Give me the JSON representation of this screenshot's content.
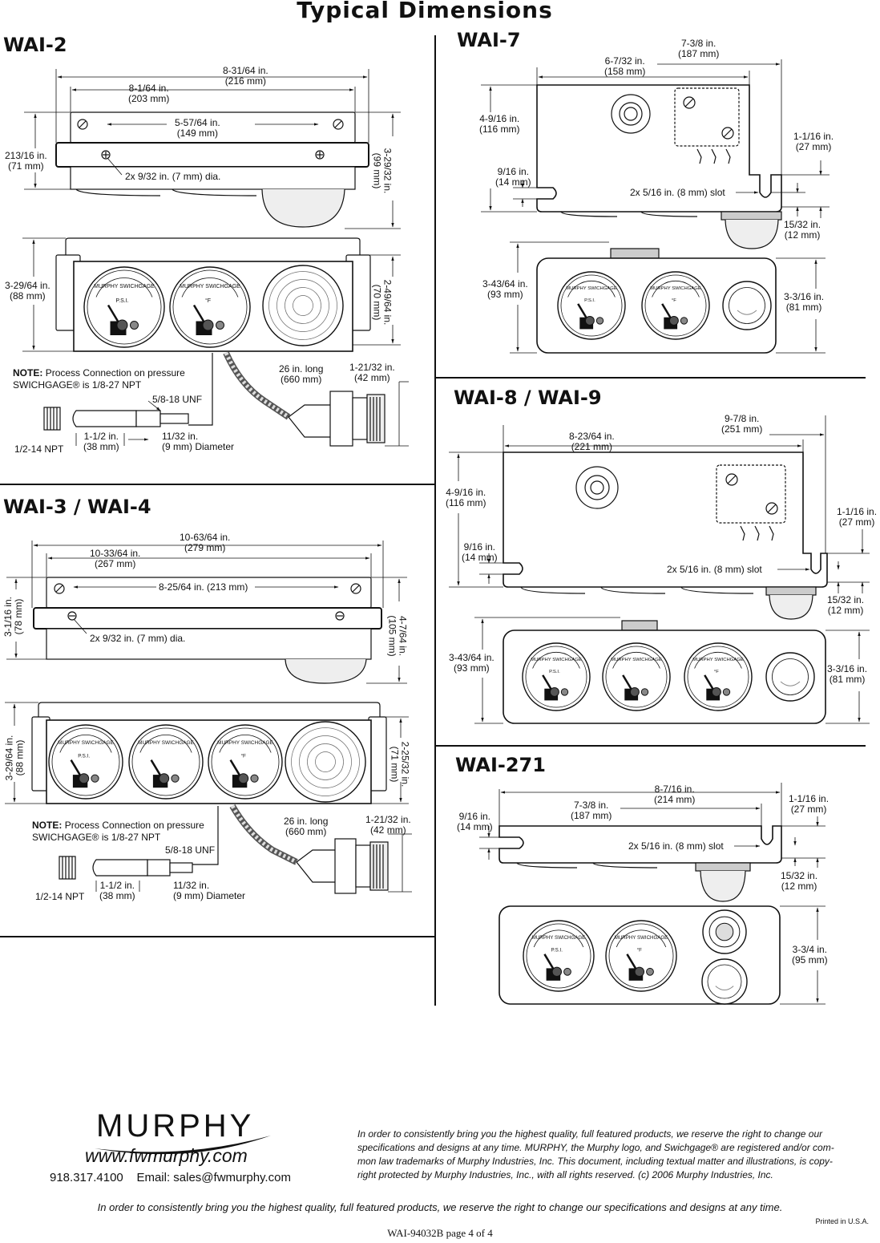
{
  "title": "Typical  Dimensions",
  "sections": {
    "wai2": {
      "name": "WAI-2",
      "dims": {
        "overall_w": [
          "8-31/64 in.",
          "(216 mm)"
        ],
        "body_w": [
          "8-1/64 in.",
          "(203 mm)"
        ],
        "hole_span": [
          "5-57/64 in.",
          "(149 mm)"
        ],
        "left_h": [
          "213/16 in.",
          "(71 mm)"
        ],
        "right_h": [
          "3-29/32 in.",
          "(99 mm)"
        ],
        "holes": "2x 9/32 in. (7 mm) dia.",
        "front_h": [
          "3-29/64 in.",
          "(88 mm)"
        ],
        "front_right": [
          "2-49/64 in.",
          "(70 mm)"
        ],
        "cable": [
          "26 in. long",
          "(660 mm)"
        ],
        "conn": [
          "1-21/32 in.",
          "(42 mm)"
        ],
        "unf": "5/8-18 UNF",
        "len": [
          "1-1/2 in.",
          "(38 mm)"
        ],
        "dia": [
          "11/32 in.",
          "(9 mm) Diameter"
        ],
        "npt": "1/2-14 NPT"
      },
      "note_label": "NOTE:",
      "note_text": "Process Connection on pressure",
      "note_text2": "SWICHGAGE® is 1/8-27 NPT"
    },
    "wai34": {
      "name": "WAI-3 / WAI-4",
      "dims": {
        "overall_w": [
          "10-63/64 in.",
          "(279 mm)"
        ],
        "body_w": [
          "10-33/64 in.",
          "(267 mm)"
        ],
        "hole_span": "8-25/64 in. (213 mm)",
        "left_h": [
          "3-1/16 in.",
          "(78 mm)"
        ],
        "right_h": [
          "4-7/64 in.",
          "(105 mm)"
        ],
        "holes": "2x 9/32 in. (7 mm) dia.",
        "front_h": [
          "3-29/64 in.",
          "(88 mm)"
        ],
        "front_right": [
          "2-25/32 in.",
          "(71 mm)"
        ],
        "cable": [
          "26 in. long",
          "(660 mm)"
        ],
        "conn": [
          "1-21/32 in.",
          "(42 mm)"
        ],
        "unf": "5/8-18 UNF",
        "len": [
          "1-1/2 in.",
          "(38 mm)"
        ],
        "dia": [
          "11/32 in.",
          "(9 mm) Diameter"
        ],
        "npt": "1/2-14 NPT"
      },
      "note_label": "NOTE:",
      "note_text": "Process Connection on pressure",
      "note_text2": "SWICHGAGE® is 1/8-27 NPT"
    },
    "wai7": {
      "name": "WAI-7",
      "dims": {
        "overall_w": [
          "7-3/8 in.",
          "(187 mm)"
        ],
        "body_w": [
          "6-7/32 in.",
          "(158 mm)"
        ],
        "left_h": [
          "4-9/16 in.",
          "(116 mm)"
        ],
        "slot_h": [
          "9/16 in.",
          "(14 mm)"
        ],
        "right_top": [
          "1-1/16 in.",
          "(27 mm)"
        ],
        "slot": "2x 5/16 in. (8 mm) slot",
        "right_bot": [
          "15/32 in.",
          "(12 mm)"
        ],
        "front_h": [
          "3-43/64 in.",
          "(93 mm)"
        ],
        "front_right": [
          "3-3/16 in.",
          "(81 mm)"
        ]
      }
    },
    "wai89": {
      "name": "WAI-8 / WAI-9",
      "dims": {
        "overall_w": [
          "9-7/8 in.",
          "(251 mm)"
        ],
        "body_w": [
          "8-23/64 in.",
          "(221 mm)"
        ],
        "left_h": [
          "4-9/16 in.",
          "(116 mm)"
        ],
        "slot_h": [
          "9/16 in.",
          "(14 mm)"
        ],
        "right_top": [
          "1-1/16 in.",
          "(27 mm)"
        ],
        "slot": "2x 5/16 in. (8 mm) slot",
        "right_bot": [
          "15/32 in.",
          "(12 mm)"
        ],
        "front_h": [
          "3-43/64 in.",
          "(93 mm)"
        ],
        "front_right": [
          "3-3/16 in.",
          "(81 mm)"
        ]
      }
    },
    "wai271": {
      "name": "WAI-271",
      "dims": {
        "overall_w": [
          "8-7/16 in.",
          "(214 mm)"
        ],
        "body_w": [
          "7-3/8 in.",
          "(187 mm)"
        ],
        "slot_h": [
          "9/16 in.",
          "(14 mm)"
        ],
        "right_top": [
          "1-1/16 in.",
          "(27 mm)"
        ],
        "slot": "2x 5/16 in. (8 mm) slot",
        "right_bot": [
          "15/32 in.",
          "(12 mm)"
        ],
        "front_right": [
          "3-3/4 in.",
          "(95 mm)"
        ]
      }
    }
  },
  "gauge_labels": {
    "brand": "MURPHY  SWICHGAGE",
    "psi": "P.S.I.",
    "deg": "°F"
  },
  "footer": {
    "logo": "MURPHY",
    "url": "www.fwmurphy.com",
    "phone": "918.317.4100",
    "email": "Email: sales@fwmurphy.com",
    "legal": [
      "In order to consistently bring you the highest quality, full featured products, we reserve the right to change our",
      "specifications and designs at any time. MURPHY, the Murphy logo, and Swichgage® are registered and/or com-",
      "mon law trademarks of Murphy Industries, Inc. This document, including textual matter and illustrations, is copy-",
      "right protected by Murphy Industries, Inc., with all rights reserved. (c) 2006 Murphy Industries, Inc."
    ],
    "bottom_note": "In order to consistently bring you the highest quality, full featured products, we reserve the right to change our specifications and designs at any time.",
    "printed": "Printed in U.S.A.",
    "page": "WAI-94032B page 4 of 4"
  }
}
